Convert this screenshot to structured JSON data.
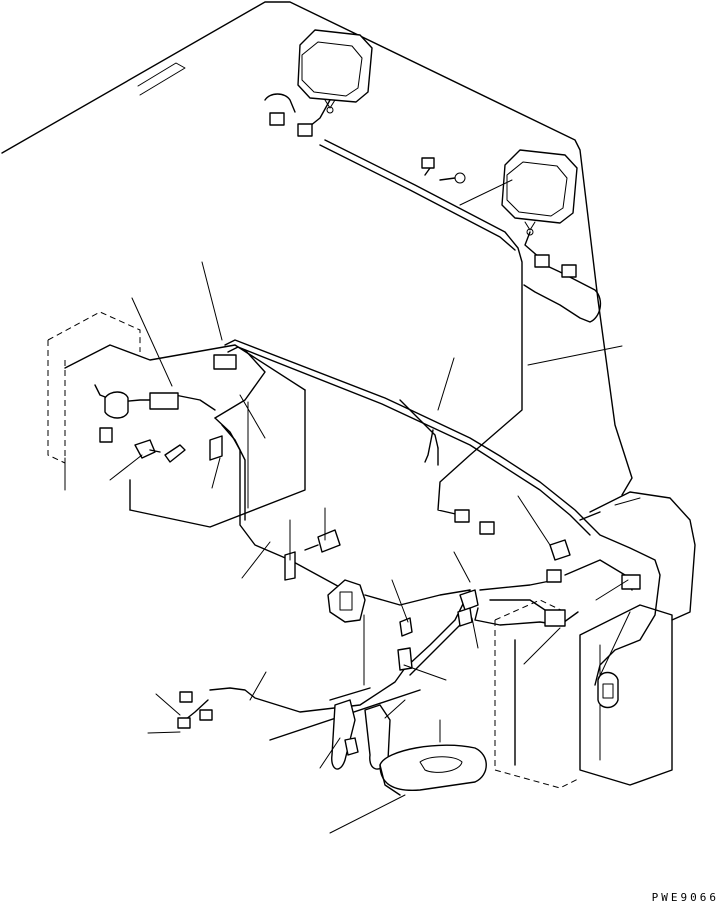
{
  "drawing_code": "PWE9066",
  "components": {
    "lamps": [
      "rear-work-lamp",
      "rear-work-lamp"
    ],
    "connectors": 14,
    "batteries": 2
  },
  "colors": {
    "line": "#000000",
    "background": "#ffffff"
  }
}
